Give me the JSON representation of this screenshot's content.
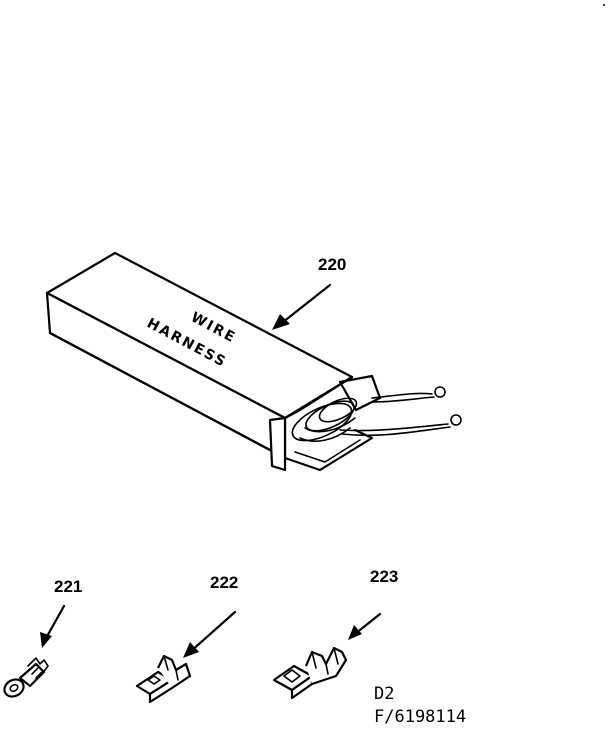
{
  "parts": [
    {
      "number": "220",
      "box_label_line1": "WIRE",
      "box_label_line2": "HARNESS"
    },
    {
      "number": "221"
    },
    {
      "number": "222"
    },
    {
      "number": "223"
    }
  ],
  "reference": {
    "code": "D2",
    "figure": "F/6198114"
  }
}
